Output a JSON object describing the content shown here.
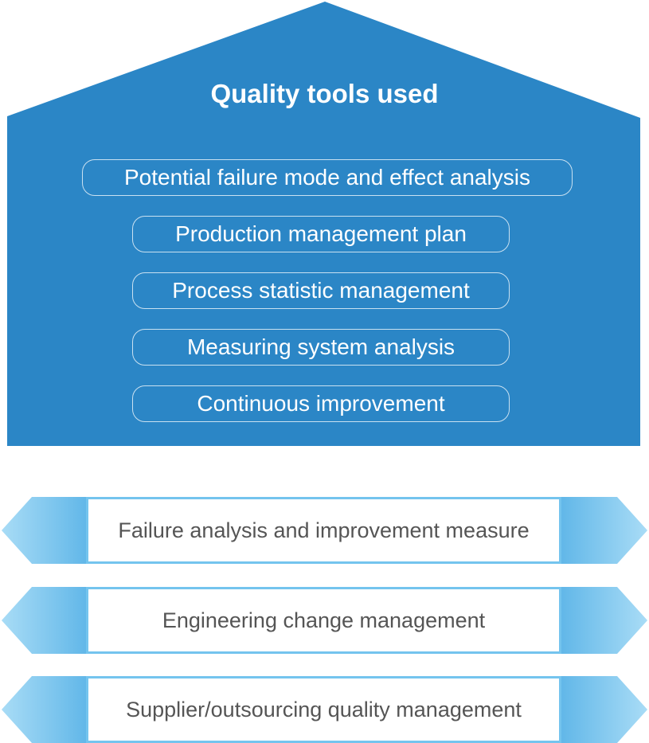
{
  "house": {
    "title": "Quality tools used",
    "color": "#2b86c6",
    "tools": [
      "Potential failure mode and effect analysis",
      "Production management plan",
      "Process statistic management",
      "Measuring system analysis",
      "Continuous improvement"
    ]
  },
  "foundation": {
    "accent_color": "#74c4ee",
    "items": [
      "Failure analysis and improvement measure",
      "Engineering change management",
      "Supplier/outsourcing quality management"
    ]
  }
}
